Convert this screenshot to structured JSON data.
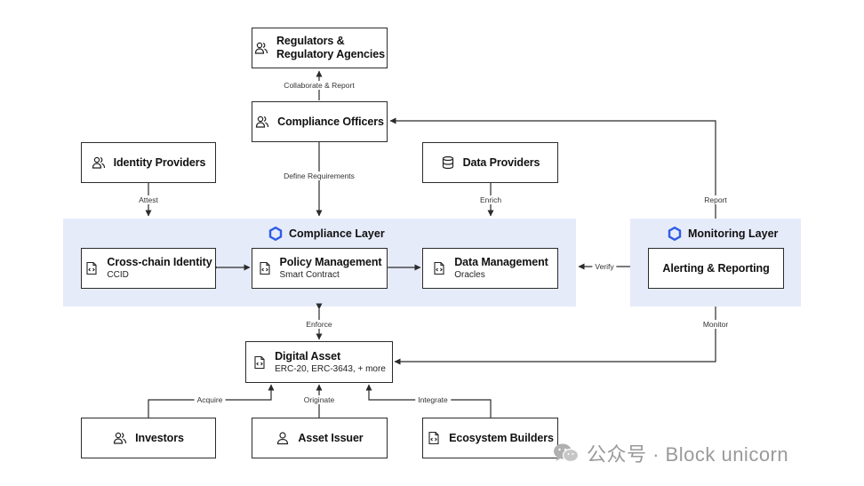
{
  "nodes": {
    "regulators": {
      "title_line1": "Regulators &",
      "title_line2": "Regulatory Agencies",
      "icon": "people-icon"
    },
    "compliance_officers": {
      "title": "Compliance Officers",
      "icon": "people-icon"
    },
    "identity_providers": {
      "title": "Identity Providers",
      "icon": "people-icon"
    },
    "data_providers": {
      "title": "Data Providers",
      "icon": "database-icon"
    },
    "cross_chain_identity": {
      "title": "Cross-chain Identity",
      "subtitle": "CCID",
      "icon": "code-document-icon"
    },
    "policy_management": {
      "title": "Policy Management",
      "subtitle": "Smart Contract",
      "icon": "code-document-icon"
    },
    "data_management": {
      "title": "Data Management",
      "subtitle": "Oracles",
      "icon": "code-document-icon"
    },
    "alerting_reporting": {
      "title": "Alerting & Reporting"
    },
    "digital_asset": {
      "title": "Digital Asset",
      "subtitle": "ERC-20, ERC-3643, + more",
      "icon": "code-document-icon"
    },
    "investors": {
      "title": "Investors",
      "icon": "people-icon"
    },
    "asset_issuer": {
      "title": "Asset Issuer",
      "icon": "person-icon"
    },
    "ecosystem_builders": {
      "title": "Ecosystem Builders",
      "icon": "code-document-icon"
    }
  },
  "layers": {
    "compliance": {
      "title": "Compliance Layer",
      "icon": "hexagon-icon"
    },
    "monitoring": {
      "title": "Monitoring Layer",
      "icon": "hexagon-icon"
    }
  },
  "edges": {
    "collaborate_report": "Collaborate & Report",
    "define_requirements": "Define Requirements",
    "attest": "Attest",
    "enrich": "Enrich",
    "report": "Report",
    "verify": "Verify",
    "enforce": "Enforce",
    "monitor": "Monitor",
    "acquire": "Acquire",
    "originate": "Originate",
    "integrate": "Integrate"
  },
  "colors": {
    "layer_fill": "#e6ebfa",
    "hex_blue": "#2f5ce6",
    "stroke": "#2b2b2b"
  },
  "watermark": {
    "text": "公众号 · Block unicorn",
    "icon": "wechat-icon"
  }
}
